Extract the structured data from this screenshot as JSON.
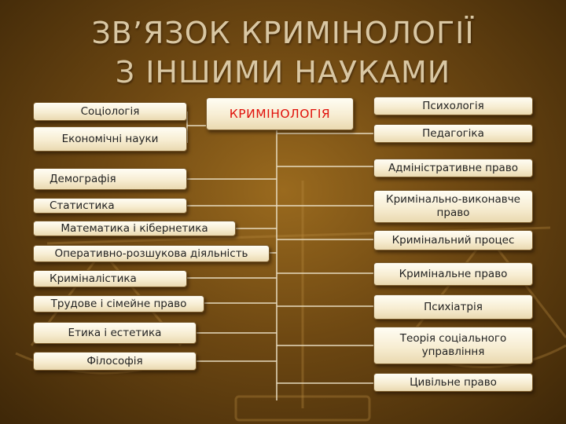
{
  "title": {
    "line1": "ЗВ’ЯЗОК КРИМІНОЛОГІЇ",
    "line2": "З ІНШИМИ НАУКАМИ"
  },
  "center": {
    "label": "КРИМІНОЛОГІЯ"
  },
  "left_items": [
    "Соціологія",
    "Економічні науки",
    "Демографія",
    "Статистика",
    "Математика і кібернетика",
    "Оперативно-розшукова діяльність",
    "Криміналістика",
    "Трудове і сімейне право",
    "Етика і естетика",
    "Філософія"
  ],
  "right_items": [
    "Психологія",
    "Педагогіка",
    "Адміністративне право",
    "Кримінально-виконавче право",
    "Кримінальний процес",
    "Кримінальне право",
    "Психіатрія",
    "Теорія соціального управління",
    "Цивільне право"
  ],
  "colors": {
    "background": "#6e4812",
    "title": "#d9c7a3",
    "center_text": "#e0100a",
    "line": "#e8dcc0"
  }
}
